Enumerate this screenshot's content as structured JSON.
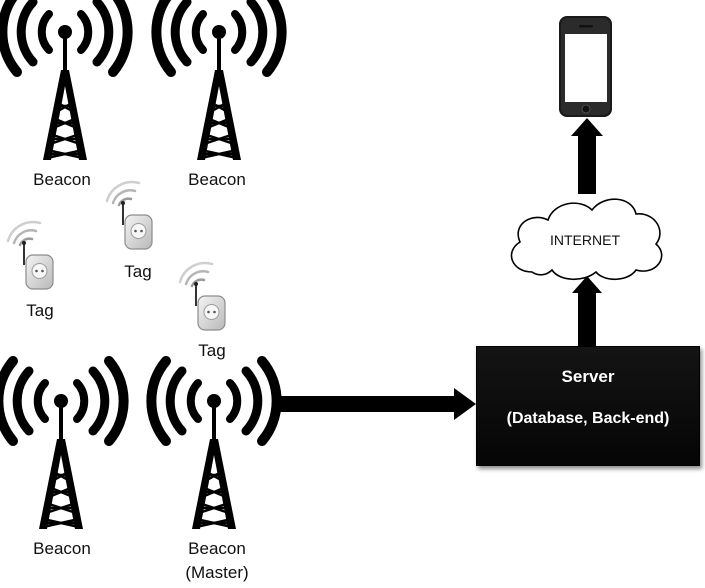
{
  "beacons": [
    {
      "label": "Beacon",
      "sublabel": ""
    },
    {
      "label": "Beacon",
      "sublabel": ""
    },
    {
      "label": "Beacon",
      "sublabel": ""
    },
    {
      "label": "Beacon",
      "sublabel": "(Master)"
    }
  ],
  "tags": [
    {
      "label": "Tag"
    },
    {
      "label": "Tag"
    },
    {
      "label": "Tag"
    }
  ],
  "server": {
    "title": "Server",
    "subtitle": "(Database, Back-end)"
  },
  "cloud": {
    "label": "INTERNET"
  },
  "colors": {
    "ink": "#000000",
    "server_fill": "#0a0a0a",
    "tag_body": "#dcdcdc"
  }
}
